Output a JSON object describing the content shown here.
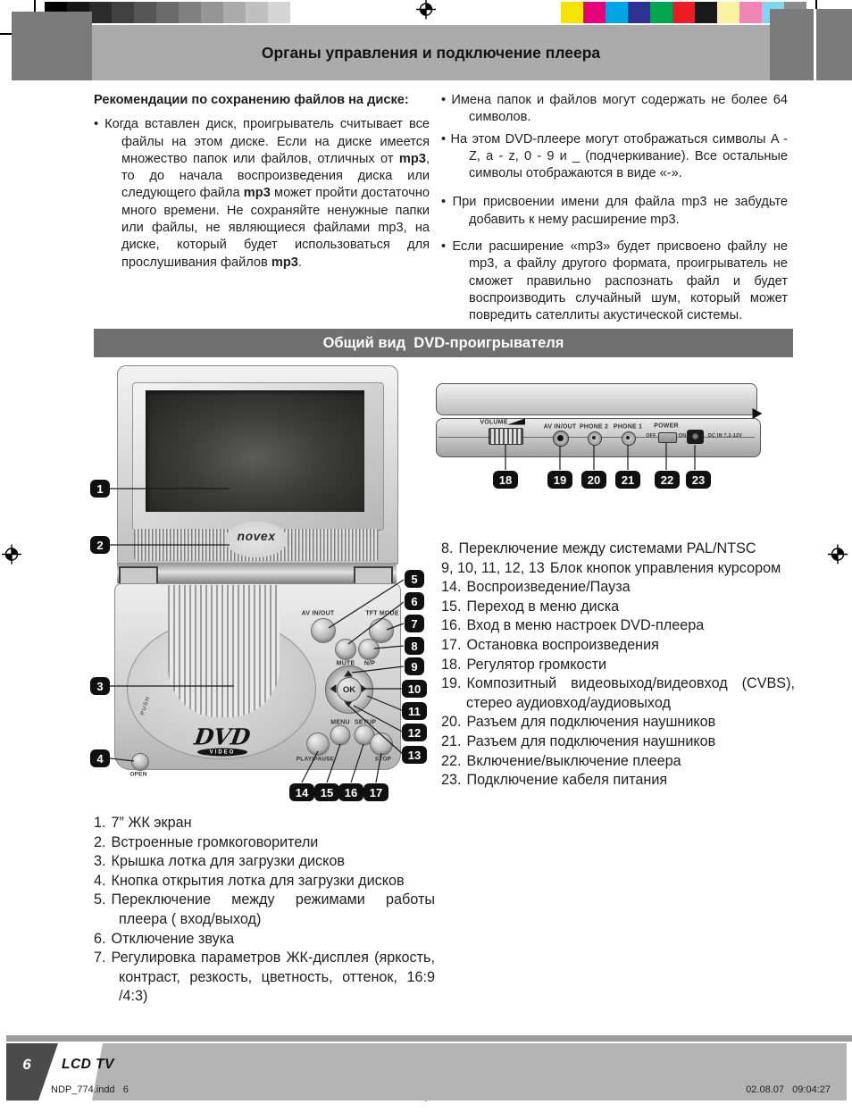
{
  "page": {
    "title": "Органы управления и подключение плеера",
    "section_title": "Общий вид  DVD-проигрывателя"
  },
  "recommendations": {
    "heading": "Рекомендации по сохранению файлов на диске:",
    "left_bullet": [
      {
        "t": "Когда вставлен диск, проигрыватель считывает все файлы на этом диске. Если на диске имеется множество папок или файлов, отличных от "
      },
      {
        "t": "mp3",
        "b": true
      },
      {
        "t": ", то до начала воспроизведения диска или следующего файла "
      },
      {
        "t": "mp3",
        "b": true
      },
      {
        "t": " может пройти достаточно много времени. Не сохраняйте ненужные папки или файлы, не являющиеся файлами mp3, на диске, который будет использоваться для прослушивания файлов "
      },
      {
        "t": "mp3",
        "b": true
      },
      {
        "t": "."
      }
    ],
    "right_bullets": [
      "Имена папок и файлов могут содержать не более 64 символов.",
      "На этом DVD-плеере могут отображаться символы A - Z, a - z, 0 - 9 и _ (подчеркивание). Все остальные символы отображаются в виде «-».",
      "При присвоении имени для файла mp3 не забудьте добавить к нему расширение mp3.",
      "Если расширение «mp3» будет присвоено файлу не mp3, а файлу другого формата, проигрыватель не сможет правильно распознать файл и будет воспроизводить случайный шум, который может повредить сателлиты акустической системы."
    ]
  },
  "front_labels": {
    "brand": "novex",
    "av_in_out": "AV IN/OUT",
    "tft_mode": "TFT MODE",
    "mute": "MUTE",
    "np": "N/P",
    "ok": "OK",
    "menu": "MENU",
    "setup": "SETUP",
    "play_pause": "PLAY/PAUSE",
    "stop": "STOP",
    "open": "OPEN",
    "push": "PUSH",
    "dvd": "DVD",
    "video": "VIDEO"
  },
  "side_labels": {
    "volume": "VOLUME",
    "av_in_out": "AV IN/OUT",
    "phone2": "PHONE 2",
    "phone1": "PHONE 1",
    "power": "POWER",
    "off": "OFF",
    "on": "ON",
    "dc_in": "DC IN 7.2-12V"
  },
  "callout_numbers": [
    "1",
    "2",
    "3",
    "4",
    "5",
    "6",
    "7",
    "8",
    "9",
    "10",
    "11",
    "12",
    "13",
    "14",
    "15",
    "16",
    "17",
    "18",
    "19",
    "20",
    "21",
    "22",
    "23"
  ],
  "legend_left": [
    {
      "n": "1.",
      "t": "7” ЖК экран"
    },
    {
      "n": "2.",
      "t": "Встроенные громкоговорители"
    },
    {
      "n": "3.",
      "t": "Крышка лотка для загрузки дисков"
    },
    {
      "n": "4.",
      "t": "Кнопка открытия лотка для загрузки дисков"
    },
    {
      "n": "5.",
      "t": "Переключение между режимами работы плеера ( вход/выход)"
    },
    {
      "n": "6.",
      "t": "Отключение звука"
    },
    {
      "n": "7.",
      "t": "Регулировка параметров ЖК-дисплея (яркость, контраст, резкость, цветность, оттенок, 16:9 /4:3)"
    }
  ],
  "legend_right": [
    {
      "n": "8.",
      "t": "Переключение между системами PAL/NTSC"
    },
    {
      "n": "9, 10, 11, 12, 13",
      "t": "Блок кнопок управления курсором"
    },
    {
      "n": "14.",
      "t": "Воспроизведение/Пауза"
    },
    {
      "n": "15.",
      "t": "Переход в меню диска"
    },
    {
      "n": "16.",
      "t": "Вход в меню настроек DVD-плеера"
    },
    {
      "n": "17.",
      "t": "Остановка воспроизведения"
    },
    {
      "n": "18.",
      "t": "Регулятор громкости"
    },
    {
      "n": "19.",
      "t": "Композитный видеовыход/видеовход (CVBS), стерео аудиовход/аудиовыход"
    },
    {
      "n": "20.",
      "t": "Разъем для подключения наушников"
    },
    {
      "n": "21.",
      "t": "Разъем для подключения наушников"
    },
    {
      "n": "22.",
      "t": "Включение/выключение плеера"
    },
    {
      "n": "23.",
      "t": "Подключение кабеля питания"
    }
  ],
  "print_marks": {
    "grayscale": [
      "#000000",
      "#161616",
      "#2b2b2b",
      "#404040",
      "#565656",
      "#6b6b6b",
      "#808080",
      "#959595",
      "#ababab",
      "#c0c0c0",
      "#d5d5d5",
      "#ffffff"
    ],
    "color_bar": [
      "#f5e400",
      "#e6007e",
      "#00a5e3",
      "#2e3192",
      "#00a650",
      "#ed1c24",
      "#1a1a1a",
      "#f9f3a0",
      "#ef86b5",
      "#7fd6f2",
      "#8c8c8c"
    ]
  },
  "footer": {
    "page_number": "6",
    "brand": "LCD TV",
    "imprint": "NDP_774.indd   6",
    "timestamp": "02.08.07   09:04:27"
  }
}
